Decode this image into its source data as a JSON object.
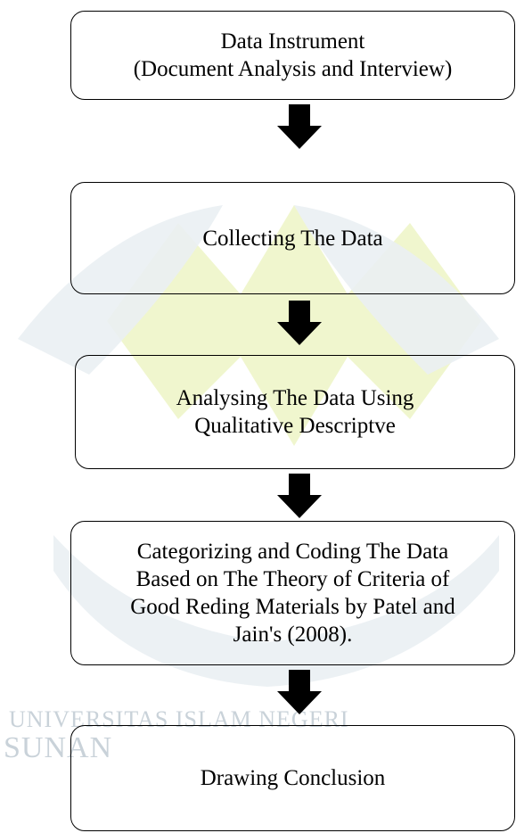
{
  "watermark": {
    "line1": "UNIVERSITAS ISLAM NEGERI",
    "line2": "SUNAN"
  },
  "flowchart": {
    "steps": [
      {
        "line1": "Data Instrument",
        "line2": "(Document Analysis and Interview)"
      },
      {
        "line1": "Collecting The Data"
      },
      {
        "line1": "Analysing The Data Using",
        "line2": "Qualitative Descriptve"
      },
      {
        "line1": "Categorizing and Coding The Data",
        "line2": "Based on The Theory of Criteria of",
        "line3": "Good Reding Materials by Patel and",
        "line4": "Jain's (2008)."
      },
      {
        "line1": "Drawing Conclusion"
      }
    ],
    "arrow_color": "#000000",
    "watermark_color": "#c9d2d9"
  }
}
